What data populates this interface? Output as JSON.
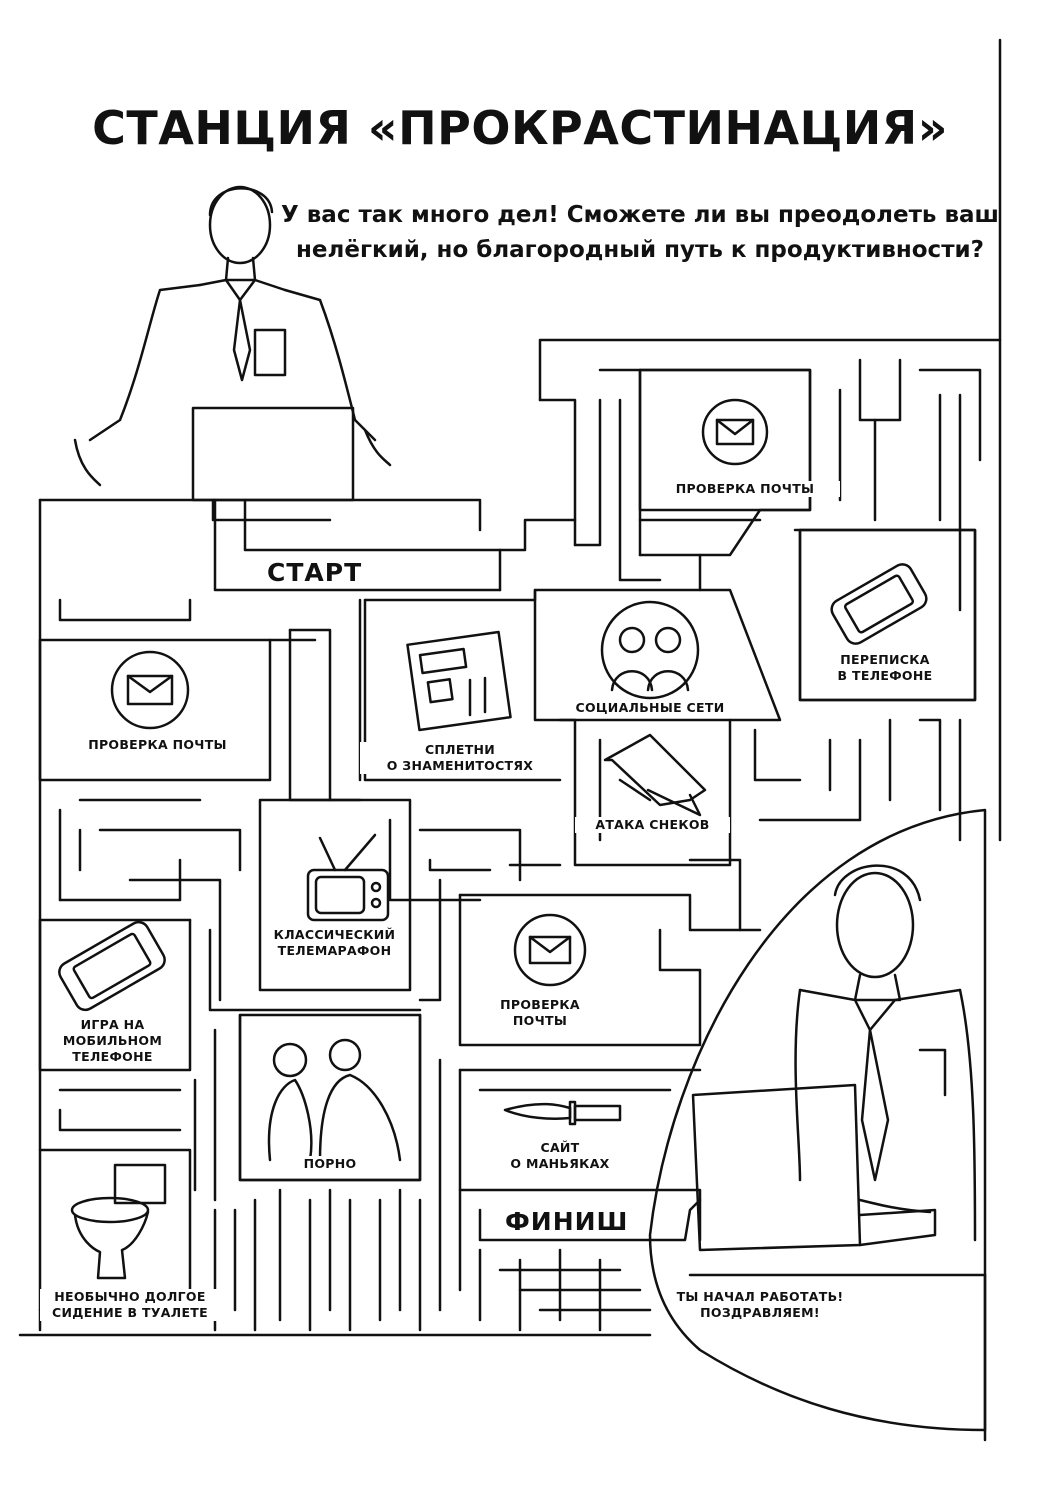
{
  "title": "СТАНЦИЯ «ПРОКРАСТИНАЦИЯ»",
  "intro": "У вас так много дел! Сможете ли вы преодолеть ваш нелёгкий, но благородный путь к продуктивности?",
  "start_label": "СТАРТ",
  "finish_label": "ФИНИШ",
  "stations": {
    "mail_top": "ПРОВЕРКА ПОЧТЫ",
    "phone_chat": "ПЕРЕПИСКА\nВ ТЕЛЕФОНЕ",
    "social": "СОЦИАЛЬНЫЕ СЕТИ",
    "gossip": "СПЛЕТНИ\nО ЗНАМЕНИТОСТЯХ",
    "mail_left": "ПРОВЕРКА ПОЧТЫ",
    "snacks": "АТАКА СНЕКОВ",
    "tv": "КЛАССИЧЕСКИЙ\nТЕЛЕМАРАФОН",
    "mobile_game": "ИГРА НА\nМОБИЛЬНОМ\nТЕЛЕФОНЕ",
    "mail_middle": "ПРОВЕРКА\nПОЧТЫ",
    "porn": "ПОРНО",
    "maniac": "САЙТ\nО МАНЬЯКАХ",
    "toilet": "НЕОБЫЧНО ДОЛГОЕ\nСИДЕНИЕ В ТУАЛЕТЕ",
    "congrats": "ТЫ НАЧАЛ РАБОТАТЬ!\nПОЗДРАВЛЯЕМ!"
  },
  "colors": {
    "ink": "#111111",
    "paper": "#ffffff"
  },
  "icons": [
    "envelope-icon",
    "smartphone-icon",
    "people-icon",
    "magazine-icon",
    "snack-bag-icon",
    "tv-icon",
    "couple-photo-icon",
    "knife-icon",
    "toilet-icon",
    "laptop-icon",
    "man-figure-icon"
  ]
}
